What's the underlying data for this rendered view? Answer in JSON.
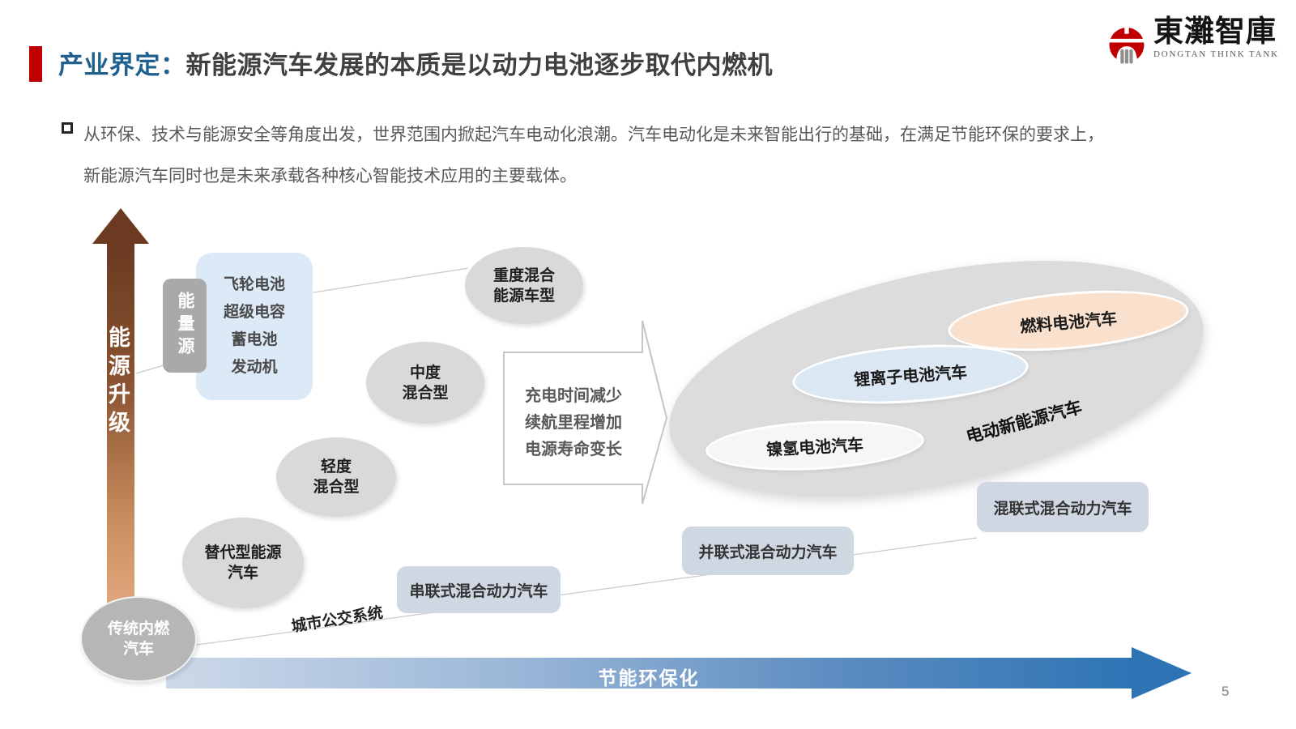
{
  "colors": {
    "accent_red": "#C00000",
    "title_blue": "#20608F",
    "body_gray": "#595959",
    "node_gray": "#d9d9d9",
    "traditional_gray": "#b6b6b6",
    "battery_box_blue": "#DCE9F6",
    "hybrid_box_blue": "#CFD7E3",
    "fuel_cell_peach": "#FAE1CD",
    "lithium_blue": "#DBE7F3",
    "x_arrow_blue": "#2E74B5",
    "y_arrow_brown": "#6B3A21"
  },
  "header": {
    "title_prefix": "产业界定：",
    "title_main": "新能源汽车发展的本质是以动力电池逐步取代内燃机"
  },
  "logo": {
    "cn": "東灘智庫",
    "en": "DONGTAN THINK TANK"
  },
  "intro": {
    "line1": "从环保、技术与能源安全等角度出发，世界范围内掀起汽车电动化浪潮。汽车电动化是未来智能出行的基础，在满足节能环保的要求上，",
    "line2": "新能源汽车同时也是未来承载各种核心智能技术应用的主要载体。"
  },
  "diagram": {
    "y_axis_label": "能源升级",
    "x_axis_label": "节能环保化",
    "energy_source_label": "能量源",
    "battery_box": {
      "lines": [
        "飞轮电池",
        "超级电容",
        "蓄电池",
        "发动机"
      ]
    },
    "nodes": {
      "heavy": {
        "lines": [
          "重度混合",
          "能源车型"
        ]
      },
      "medium": {
        "lines": [
          "中度",
          "混合型"
        ]
      },
      "light": {
        "lines": [
          "轻度",
          "混合型"
        ]
      },
      "alternative": {
        "lines": [
          "替代型能源",
          "汽车"
        ]
      },
      "traditional": {
        "lines": [
          "传统内燃",
          "汽车"
        ]
      }
    },
    "evolution_arrow": {
      "lines": [
        "充电时间减少",
        "续航里程增加",
        "电源寿命变长"
      ]
    },
    "ev_group": {
      "label": "电动新能源汽车",
      "fuel_cell": "燃料电池汽车",
      "lithium": "锂离子电池汽车",
      "nimh": "镍氢电池汽车"
    },
    "hybrid_boxes": {
      "series": "串联式混合动力汽车",
      "parallel": "并联式混合动力汽车",
      "combined": "混联式混合动力汽车"
    },
    "bus_label": "城市公交系统"
  },
  "page_number": "5"
}
